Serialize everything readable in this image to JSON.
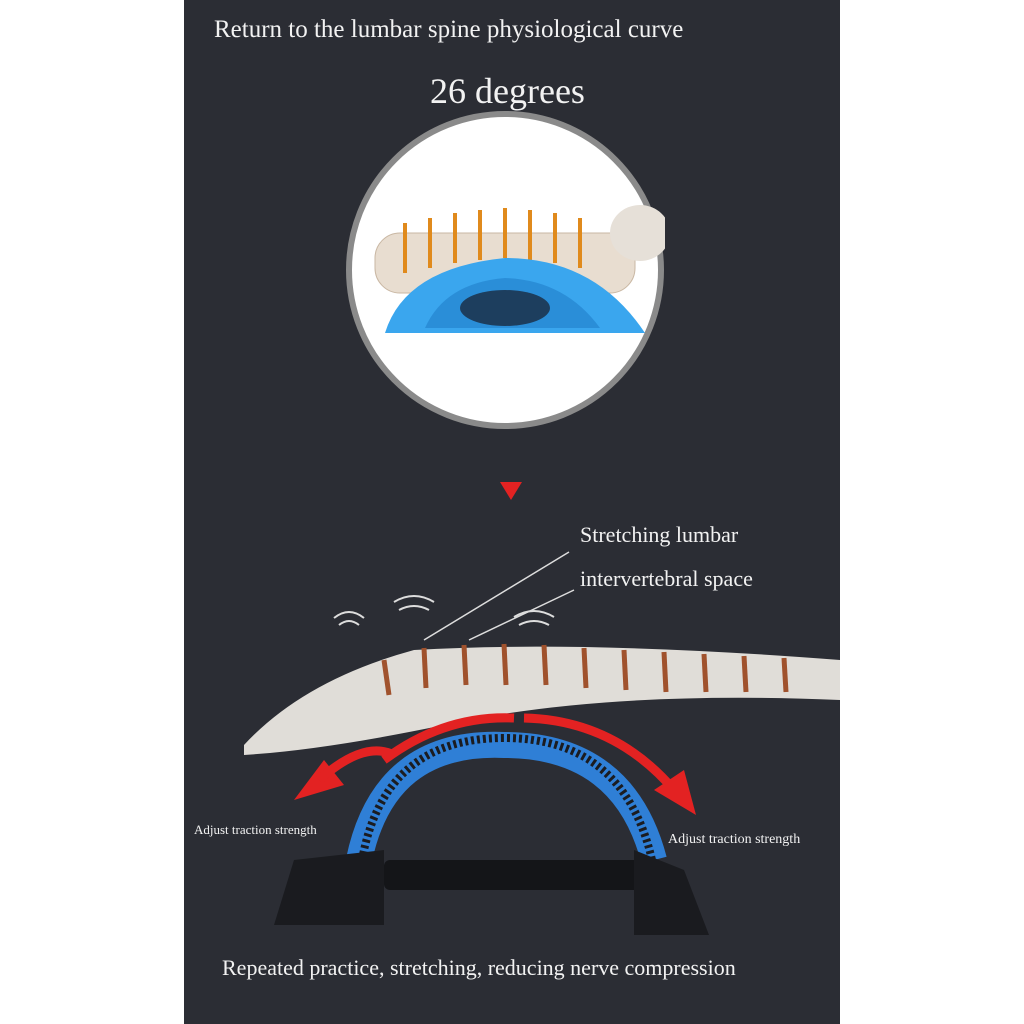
{
  "headline": "Return to the lumbar spine physiological curve",
  "angle_label": "26 degrees",
  "callout": {
    "line1": "Stretching lumbar",
    "line2": "intervertebral space"
  },
  "left_label": "Adjust traction strength",
  "right_label": "Adjust traction strength",
  "footer": "Repeated practice, stretching, reducing nerve compression",
  "colors": {
    "background": "#2b2d34",
    "arrow": "#e32222",
    "stretcher_blue": "#2f7fd6",
    "pad_blue": "#3aa6ee"
  }
}
